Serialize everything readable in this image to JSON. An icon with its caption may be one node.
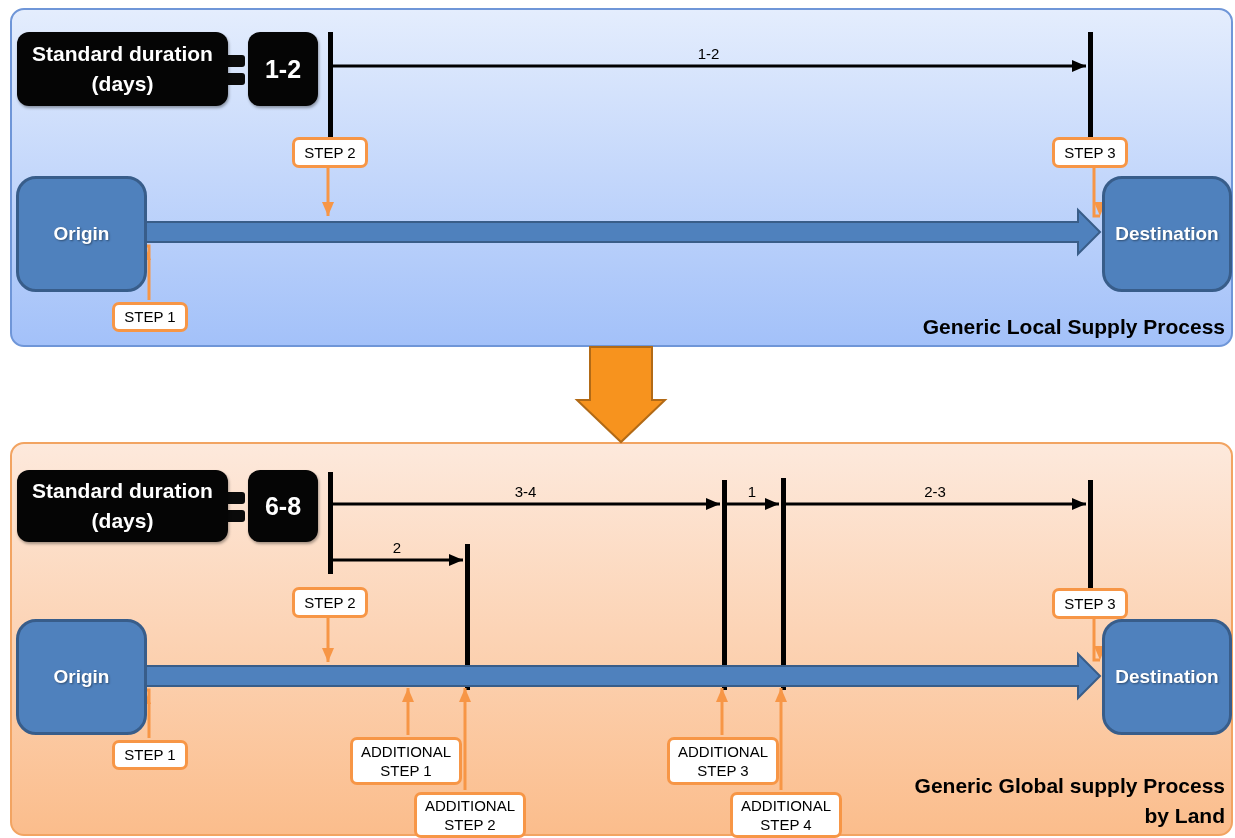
{
  "diagram": {
    "nodes": [
      {
        "text": [
          "Generic Local Supply Process"
        ]
      },
      {
        "text": [
          "Standard duration (days)"
        ],
        "in": 0
      },
      {
        "text": [
          "1-2"
        ],
        "in": 0
      },
      {
        "text": [
          "Origin"
        ],
        "in": 0
      },
      {
        "text": [
          "Destination"
        ],
        "in": 0
      },
      {
        "text": [
          "STEP 1"
        ],
        "in": 0
      },
      {
        "text": [
          "STEP 2"
        ],
        "in": 0
      },
      {
        "text": [
          "STEP 3"
        ],
        "in": 0
      },
      {
        "text": [],
        "shape": "bar",
        "in": 0
      },
      {
        "text": [],
        "shape": "bar",
        "in": 0
      },
      {
        "text": [
          "Generic Global supply Process by Land"
        ]
      },
      {
        "text": [
          "Standard duration (days)"
        ],
        "in": 10
      },
      {
        "text": [
          "6-8"
        ],
        "in": 10
      },
      {
        "text": [
          "Origin"
        ],
        "in": 10
      },
      {
        "text": [
          "Destination"
        ],
        "in": 10
      },
      {
        "text": [
          "STEP 1"
        ],
        "in": 10
      },
      {
        "text": [
          "STEP 2"
        ],
        "in": 10
      },
      {
        "text": [
          "STEP 3"
        ],
        "in": 10
      },
      {
        "text": [
          "ADDITIONAL STEP 1"
        ],
        "in": 10
      },
      {
        "text": [
          "ADDITIONAL STEP 2"
        ],
        "in": 10
      },
      {
        "text": [
          "ADDITIONAL STEP 3"
        ],
        "in": 10
      },
      {
        "text": [
          "ADDITIONAL STEP 4"
        ],
        "in": 10
      },
      {
        "text": [],
        "shape": "bar",
        "in": 10
      },
      {
        "text": [],
        "shape": "bar",
        "in": 10
      },
      {
        "text": [],
        "shape": "bar",
        "in": 10
      },
      {
        "text": [],
        "shape": "bar",
        "in": 10
      },
      {
        "text": [],
        "shape": "bar",
        "in": 10
      }
    ],
    "edges": [
      {
        "from": 3,
        "to": 4,
        "arrow": "to",
        "style": "thick",
        "color": "#4f81bd"
      },
      {
        "from": 8,
        "to": 9,
        "arrow": "to",
        "label": "1-2",
        "color": "#000000"
      },
      {
        "from": 5,
        "to": 3,
        "arrow": "to",
        "color": "#f79646"
      },
      {
        "from": 6,
        "to": null,
        "arrow": "to",
        "color": "#f79646"
      },
      {
        "from": 7,
        "to": 4,
        "arrow": "to",
        "color": "#f79646"
      },
      {
        "from": 0,
        "to": 10,
        "arrow": "to",
        "style": "thick",
        "color": "#f7931e"
      },
      {
        "from": 13,
        "to": 14,
        "arrow": "to",
        "style": "thick",
        "color": "#4f81bd"
      },
      {
        "from": 22,
        "to": 23,
        "arrow": "to",
        "label": "2",
        "color": "#000000"
      },
      {
        "from": 22,
        "to": 24,
        "arrow": "to",
        "label": "3-4",
        "color": "#000000"
      },
      {
        "from": 24,
        "to": 25,
        "arrow": "to",
        "label": "1",
        "color": "#000000"
      },
      {
        "from": 25,
        "to": 26,
        "arrow": "to",
        "label": "2-3",
        "color": "#000000"
      },
      {
        "from": 15,
        "to": 13,
        "arrow": "to",
        "color": "#f79646"
      },
      {
        "from": 16,
        "to": null,
        "arrow": "to",
        "color": "#f79646"
      },
      {
        "from": 17,
        "to": 14,
        "arrow": "to",
        "color": "#f79646"
      },
      {
        "from": 18,
        "to": null,
        "arrow": "to",
        "color": "#f79646"
      },
      {
        "from": 19,
        "to": 23,
        "arrow": "to",
        "color": "#f79646"
      },
      {
        "from": 20,
        "to": 24,
        "arrow": "to",
        "color": "#f79646"
      },
      {
        "from": 21,
        "to": 25,
        "arrow": "to",
        "color": "#f79646"
      }
    ]
  }
}
